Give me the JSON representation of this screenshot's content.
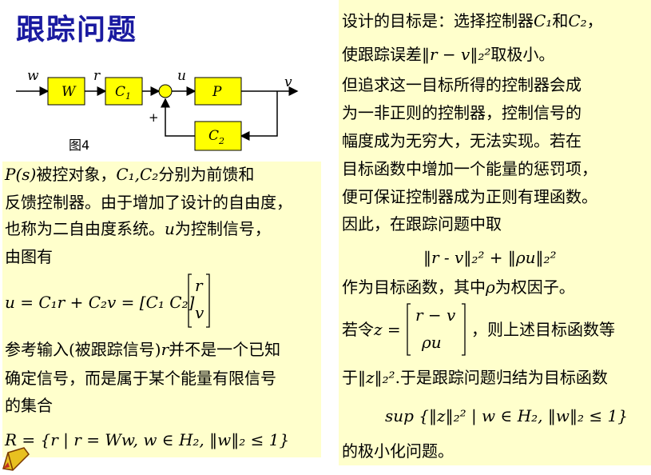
{
  "title": "跟踪问题",
  "figure": {
    "caption": "图4",
    "blocks": {
      "W": "W",
      "C1": "C",
      "C1_sub": "1",
      "P": "P",
      "C2": "C",
      "C2_sub": "2"
    },
    "signals": {
      "w": "w",
      "r": "r",
      "u": "u",
      "v": "v",
      "plus": "+"
    }
  },
  "left_text": {
    "line1a": "P(s)",
    "line1b": "被控对象，",
    "line1c": "C₁,C₂",
    "line1d": "分别为前馈和",
    "line2": "反馈控制器。由于增加了设计的自由度，",
    "line3a": "也称为二自由度系统。",
    "line3b": "u",
    "line3c": "为控制信号，",
    "line4": "由图有",
    "eq1": "u = C₁r + C₂v = [C₁   C₂]",
    "eq1_vec_top": "r",
    "eq1_vec_bot": "v",
    "line5a": "参考输入(被跟踪信号)",
    "line5b": "r",
    "line5c": "并不是一个已知",
    "line6": "确定信号，而是属于某个能量有限信号",
    "line7": "的集合",
    "eq2": "R = {r | r = Ww, w ∈ H₂, ‖w‖₂ ≤ 1}"
  },
  "right_text": {
    "line1a": "设计的目标是：选择控制器",
    "line1b": "C₁",
    "line1c": "和",
    "line1d": "C₂",
    "line1e": "，",
    "line2a": "使跟踪误差",
    "line2b": "‖r − v‖₂²",
    "line2c": "取极小。",
    "line3": "但追求这一目标所得的控制器会成",
    "line4": "为一非正则的控制器，控制信号的",
    "line5": "幅度成为无穷大，无法实现。若在",
    "line6": "目标函数中增加一个能量的惩罚项，",
    "line7": "便可保证控制器成为正则有理函数。",
    "line8": "因此，在跟踪问题中取",
    "eq1": "‖r - v‖₂² + ‖ρu‖₂²",
    "line9a": "作为目标函数，其中",
    "line9b": "ρ",
    "line9c": "为权因子。",
    "line10a": "若令",
    "line10b": "z =",
    "vec_top": "r − v",
    "vec_bot": "ρu",
    "line10c": "，则上述目标函数等",
    "line11a": "于",
    "line11b": "‖z‖₂²",
    "line11c": ".于是跟踪问题归结为目标函数",
    "eq2": "sup {‖z‖₂² | w ∈ H₂, ‖w‖₂ ≤ 1}",
    "line12": "的极小化问题。"
  },
  "colors": {
    "title": "#1a1aa0",
    "highlight": "#ffffcc",
    "block": "#ffff00"
  }
}
